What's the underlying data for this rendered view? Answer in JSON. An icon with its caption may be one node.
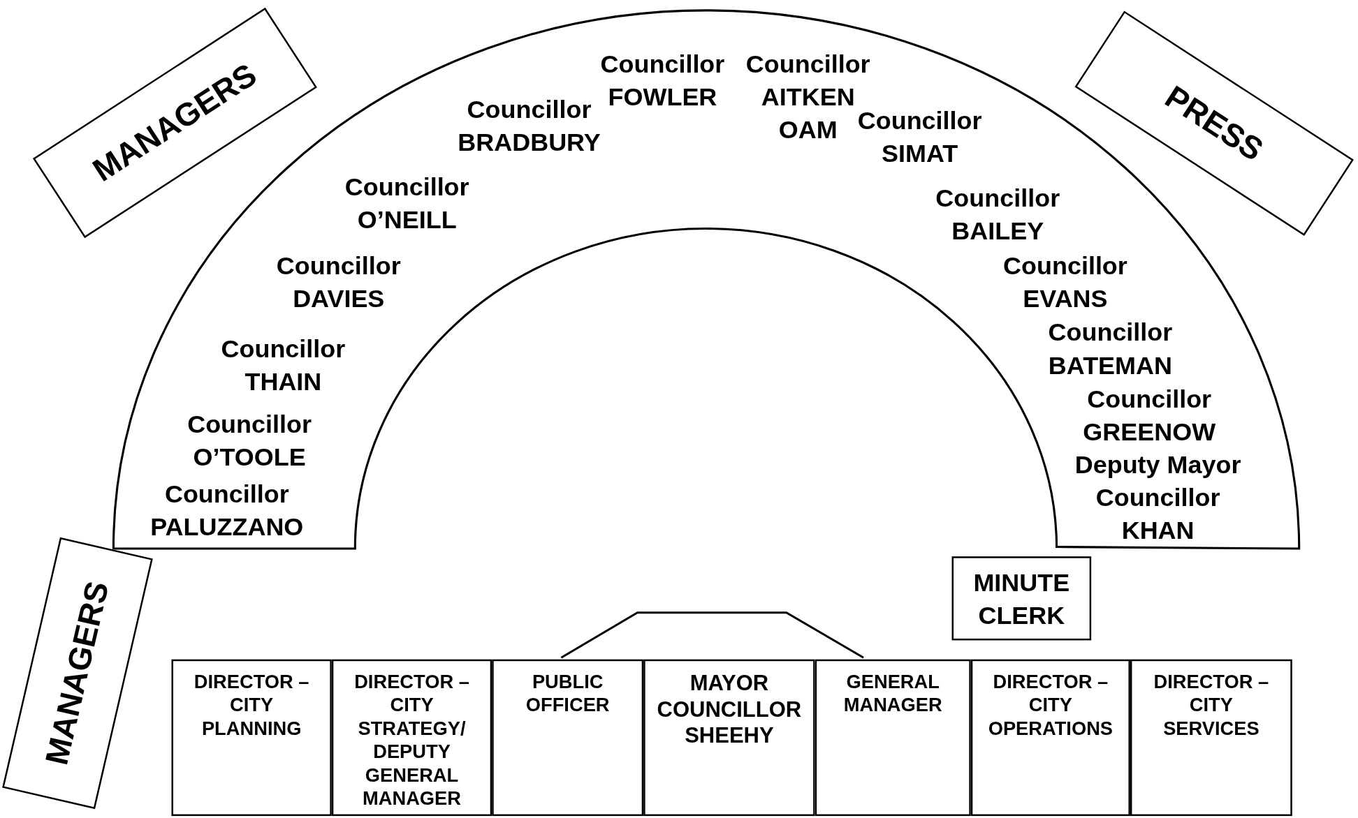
{
  "diagram": {
    "nodes": [
      {
        "text": [
          "MANAGERS"
        ]
      },
      {
        "text": [
          "Councillor PALUZZANO",
          "Councillor O’TOOLE",
          "Councillor THAIN",
          "Councillor DAVIES",
          "Councillor O’NEILL",
          "Councillor BRADBURY",
          "Councillor FOWLER",
          "Councillor AITKEN OAM",
          "Councillor SIMAT",
          "Councillor BAILEY",
          "Councillor EVANS",
          "Councillor BATEMAN",
          "Councillor GREENOW",
          "Deputy Mayor Councillor KHAN"
        ]
      },
      {
        "text": [
          "PRESS"
        ]
      },
      {
        "text": [
          "MANAGERS"
        ]
      },
      {
        "text": [
          "MINUTE CLERK"
        ]
      },
      {
        "text": [],
        "shape": "trapezoid"
      },
      {
        "text": [
          "DIRECTOR – CITY PLANNING"
        ]
      },
      {
        "text": [
          "DIRECTOR – CITY STRATEGY/ DEPUTY GENERAL MANAGER"
        ]
      },
      {
        "text": [
          "PUBLIC OFFICER"
        ]
      },
      {
        "text": [
          "MAYOR COUNCILLOR SHEEHY"
        ]
      },
      {
        "text": [
          "GENERAL MANAGER"
        ]
      },
      {
        "text": [
          "DIRECTOR – CITY OPERATIONS"
        ]
      },
      {
        "text": [
          "DIRECTOR – CITY SERVICES"
        ]
      }
    ]
  }
}
